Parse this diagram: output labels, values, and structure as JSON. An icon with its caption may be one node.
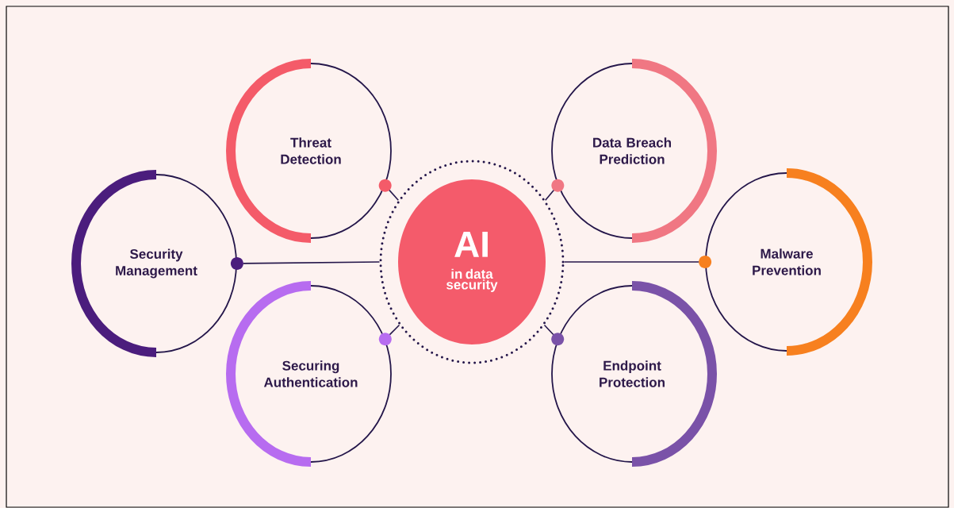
{
  "diagram": {
    "nodes": [
      {
        "text": [
          "Threat Detection"
        ]
      },
      {
        "text": [
          "Data Breach Prediction"
        ]
      },
      {
        "text": [
          "Security Management"
        ]
      },
      {
        "text": [
          "AI",
          "in data security"
        ]
      },
      {
        "text": [
          "Malware Prevention"
        ]
      },
      {
        "text": [
          "Securing Authentication"
        ]
      },
      {
        "text": [
          "Endpoint Protection"
        ]
      }
    ],
    "edges": [
      {
        "from": 3,
        "to": 0,
        "arrow": "none"
      },
      {
        "from": 3,
        "to": 1,
        "arrow": "none"
      },
      {
        "from": 3,
        "to": 2,
        "arrow": "none"
      },
      {
        "from": 3,
        "to": 4,
        "arrow": "none"
      },
      {
        "from": 3,
        "to": 5,
        "arrow": "none"
      },
      {
        "from": 3,
        "to": 6,
        "arrow": "none"
      }
    ]
  }
}
